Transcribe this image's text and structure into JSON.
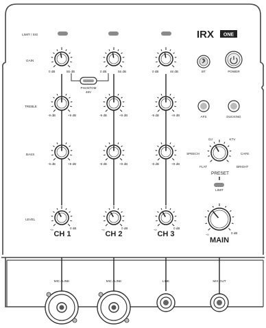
{
  "brand": {
    "logo_text": "IRX",
    "logo_badge": "ONE"
  },
  "labels": {
    "limit_sig": "LIMIT / SIG",
    "gain": "GAIN",
    "treble": "TREBLE",
    "bass": "BASS",
    "level": "LEVEL",
    "phantom": "PHANTOM",
    "phantom_v": "48V",
    "limit": "LIMIT"
  },
  "channels": [
    {
      "name": "CH 1",
      "gain_min": "0 dB",
      "gain_max": "55 dB"
    },
    {
      "name": "CH 2",
      "gain_min": "0 dB",
      "gain_max": "55 dB"
    },
    {
      "name": "CH 3",
      "gain_min": "0 dB",
      "gain_max": "46 dB"
    }
  ],
  "eq": {
    "min": "-9 dB",
    "max": "+9 dB"
  },
  "level_scale": {
    "min": "-∞",
    "max": "0 dB"
  },
  "main": {
    "name": "MAIN"
  },
  "buttons": {
    "bt": "BT",
    "power": "POWER",
    "afs": "AFS",
    "ducking": "DUCKING"
  },
  "preset": {
    "title": "PRESET",
    "options": [
      "DJ",
      "KTV",
      "CAFE",
      "BRIGHT",
      "FLAT",
      "SPEECH"
    ]
  },
  "inputs": [
    "MIC / LINE",
    "MIC / LINE",
    "LINE",
    "MIX OUT"
  ],
  "colors": {
    "panel": "#ffffff",
    "line": "#333333",
    "led": "#8a8a8a"
  }
}
